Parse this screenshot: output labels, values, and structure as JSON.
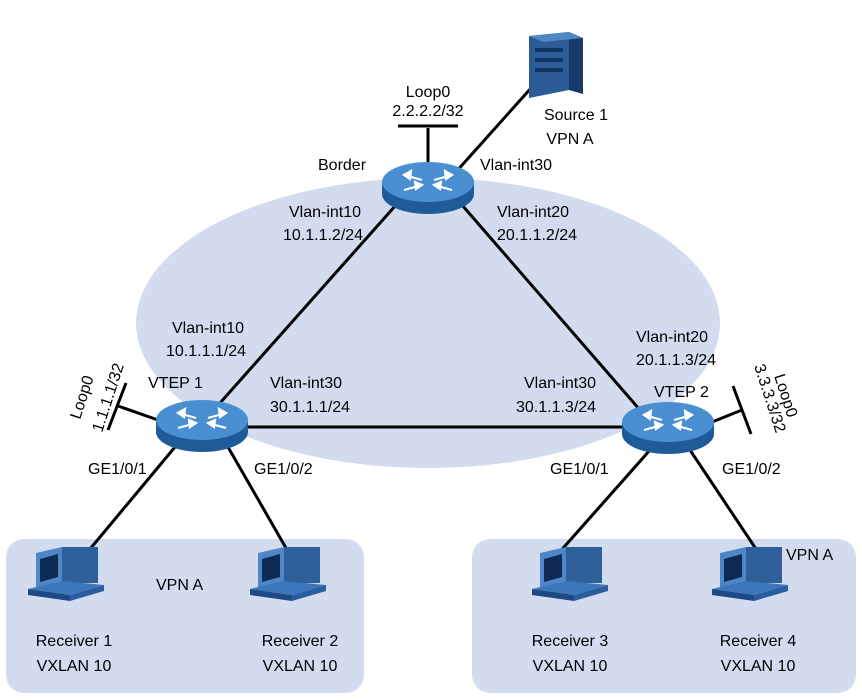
{
  "colors": {
    "cloud": "#d3dcef",
    "device_blue": "#2f6fb4",
    "device_light": "#5a9ad8",
    "link": "#000000"
  },
  "devices": {
    "border": {
      "name": "Border",
      "loopback_name": "Loop0",
      "loopback_ip": "2.2.2.2/32"
    },
    "vtep1": {
      "name": "VTEP 1",
      "loopback_name": "Loop0",
      "loopback_ip": "1.1.1.1/32"
    },
    "vtep2": {
      "name": "VTEP 2",
      "loopback_name": "Loop0",
      "loopback_ip": "3.3.3.3/32"
    },
    "source": {
      "name": "Source 1",
      "vpn": "VPN A"
    }
  },
  "interfaces": {
    "border_to_vtep1": {
      "name": "Vlan-int10",
      "ip": "10.1.1.2/24"
    },
    "border_to_vtep2": {
      "name": "Vlan-int20",
      "ip": "20.1.1.2/24"
    },
    "border_to_source": {
      "name": "Vlan-int30"
    },
    "vtep1_to_border": {
      "name": "Vlan-int10",
      "ip": "10.1.1.1/24"
    },
    "vtep1_to_vtep2": {
      "name": "Vlan-int30",
      "ip": "30.1.1.1/24"
    },
    "vtep2_to_border": {
      "name": "Vlan-int20",
      "ip": "20.1.1.3/24"
    },
    "vtep2_to_vtep1": {
      "name": "Vlan-int30",
      "ip": "30.1.1.3/24"
    },
    "vtep1_ge1": "GE1/0/1",
    "vtep1_ge2": "GE1/0/2",
    "vtep2_ge1": "GE1/0/1",
    "vtep2_ge2": "GE1/0/2"
  },
  "groups": {
    "left_vpn": "VPN A",
    "right_vpn": "VPN A"
  },
  "receivers": [
    {
      "name": "Receiver 1",
      "vxlan": "VXLAN 10"
    },
    {
      "name": "Receiver 2",
      "vxlan": "VXLAN 10"
    },
    {
      "name": "Receiver 3",
      "vxlan": "VXLAN 10"
    },
    {
      "name": "Receiver 4",
      "vxlan": "VXLAN 10"
    }
  ]
}
